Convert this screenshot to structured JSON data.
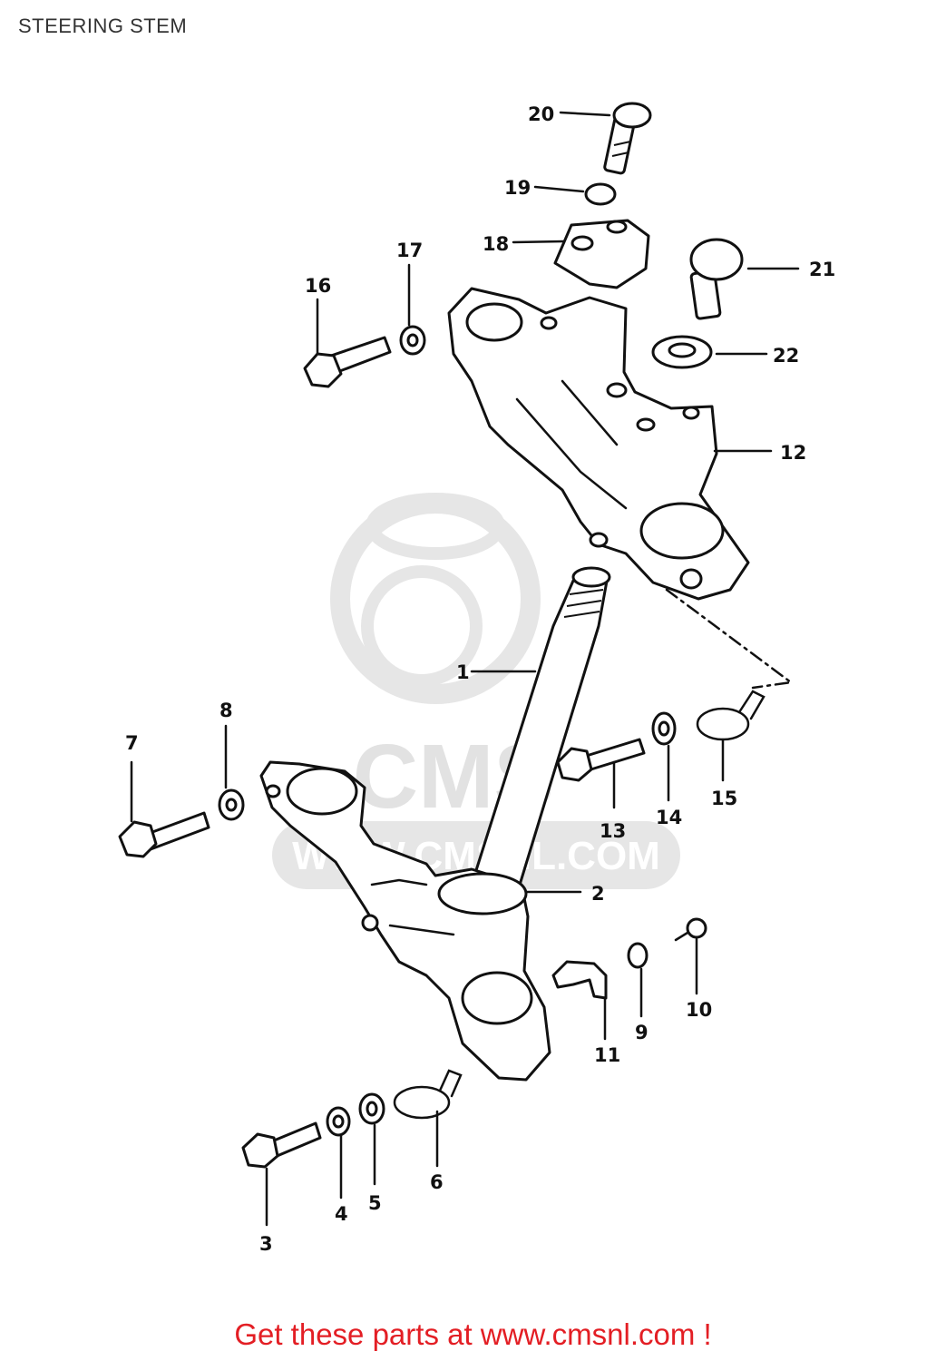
{
  "page": {
    "title": "STEERING STEM",
    "footer": "Get these parts at www.cmsnl.com !"
  },
  "watermark": {
    "logo_text": "CMS",
    "url_text": "WWW.CMSNL.COM"
  },
  "callouts": [
    "1",
    "2",
    "3",
    "4",
    "5",
    "6",
    "7",
    "8",
    "9",
    "10",
    "11",
    "12",
    "13",
    "14",
    "15",
    "16",
    "17",
    "18",
    "19",
    "20",
    "21",
    "22"
  ],
  "colors": {
    "footer_text": "#e31e24",
    "title_text": "#333333",
    "line_art": "#111111",
    "watermark": "#e6e6e6"
  }
}
